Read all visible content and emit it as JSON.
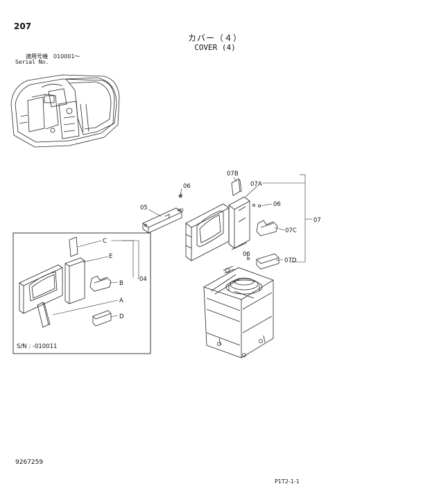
{
  "page": {
    "number": "207",
    "title_jp": "カバー（４）",
    "title_en": "COVER (4)",
    "serial_jp": "適用号機　010001～",
    "serial_en": "Serial No.",
    "drawing_number": "9267259",
    "page_ref": "P1T2-1-1"
  },
  "callouts": {
    "c05": "05",
    "c06_top": "06",
    "c06_right": "06",
    "c06_bottom": "06",
    "c07": "07",
    "c07a": "07A",
    "c07b": "07B",
    "c07c": "07C",
    "c07d": "07D",
    "c04": "04"
  },
  "inset": {
    "label_a": "A",
    "label_b": "B",
    "label_c": "C",
    "label_d": "D",
    "label_e": "E",
    "serial_note": "S/N : -010011"
  }
}
